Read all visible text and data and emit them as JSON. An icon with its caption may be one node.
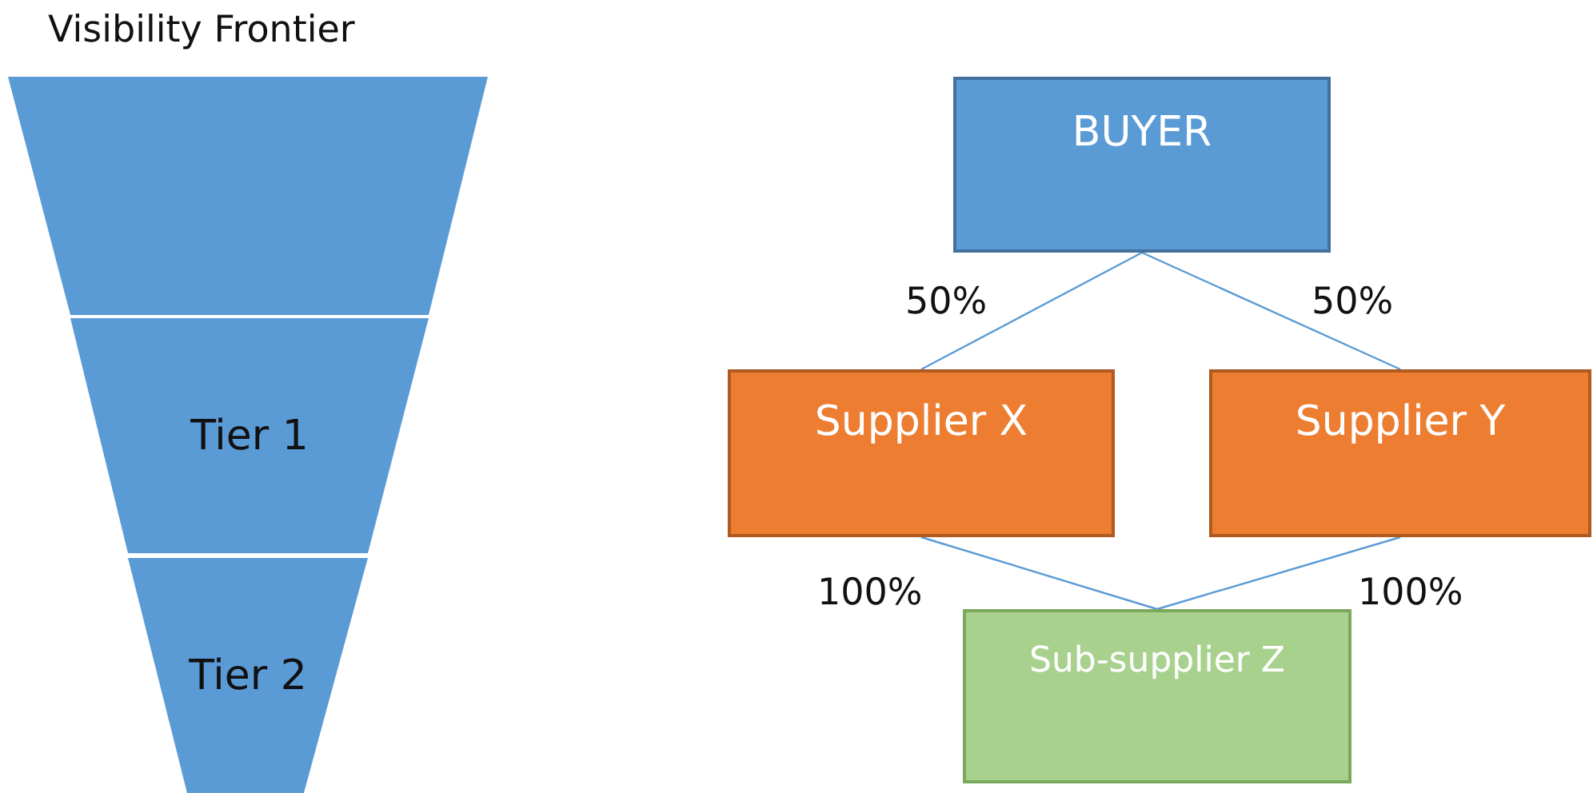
{
  "diagram": {
    "title": "Visibility Frontier",
    "nodes": [
      {
        "text": [],
        "shape": "trapezoid"
      },
      {
        "text": [
          "Tier 1"
        ]
      },
      {
        "text": [
          "Tier 2"
        ]
      },
      {
        "text": [
          "BUYER"
        ]
      },
      {
        "text": [
          "Supplier X"
        ]
      },
      {
        "text": [
          "Supplier Y"
        ]
      },
      {
        "text": [
          "Sub-supplier Z"
        ]
      }
    ],
    "edges": [
      {
        "from": 3,
        "to": 4,
        "arrow": "none",
        "label": "50%"
      },
      {
        "from": 3,
        "to": 5,
        "arrow": "none",
        "label": "50%"
      },
      {
        "from": 4,
        "to": 6,
        "arrow": "none",
        "label": "100%"
      },
      {
        "from": 5,
        "to": 6,
        "arrow": "none",
        "label": "100%"
      }
    ]
  }
}
